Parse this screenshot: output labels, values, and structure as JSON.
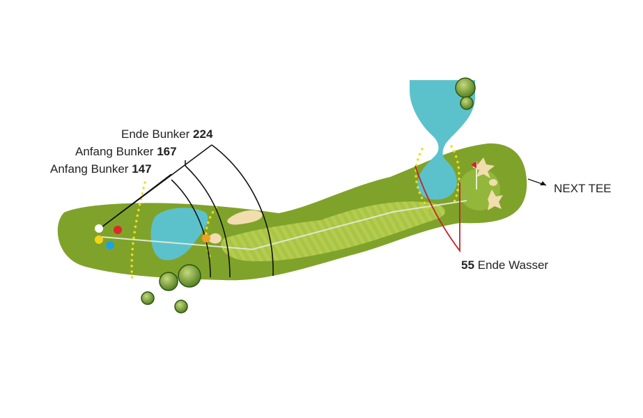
{
  "labels": {
    "bunker_end": {
      "text": "Ende Bunker",
      "value": "224"
    },
    "bunker_start_far": {
      "text": "Anfang Bunker",
      "value": "167"
    },
    "bunker_start_near": {
      "text": "Anfang Bunker",
      "value": "147"
    },
    "water_end": {
      "value": "55",
      "text": "Ende Wasser"
    },
    "next_tee": "NEXT TEE"
  },
  "tees": [
    "white",
    "red",
    "yellow",
    "blue"
  ],
  "colors": {
    "rough": "#7fa32a",
    "fairway": "#b5cd4e",
    "water": "#5bc2cc",
    "sand": "#f1ddae",
    "tee_white": "#ffffff",
    "tee_red": "#e0262b",
    "tee_yellow": "#f5d31a",
    "tee_blue": "#1fa3e0",
    "flag": "#d8232a",
    "water_line": "#c0242a",
    "yardage_line": "#111111",
    "dotted_line": "#f2dc1f"
  },
  "icons": [
    "tree-icon",
    "flag-icon",
    "arrow-right-icon"
  ]
}
